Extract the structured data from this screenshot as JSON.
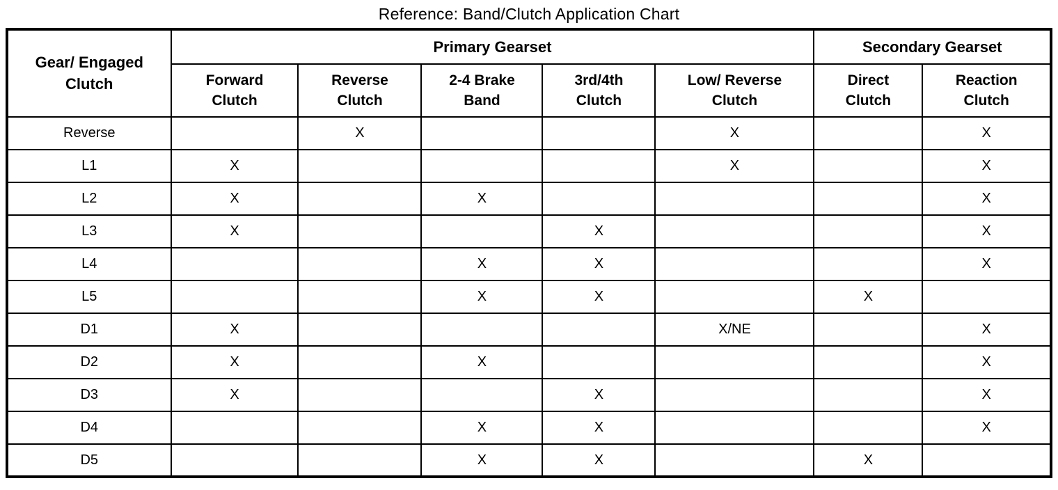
{
  "title": "Reference: Band/Clutch Application Chart",
  "table": {
    "corner_header": "Gear/ Engaged\nClutch",
    "group_headers": [
      {
        "label": "Primary Gearset",
        "colspan": 5
      },
      {
        "label": "Secondary Gearset",
        "colspan": 2
      }
    ],
    "columns": [
      "Forward\nClutch",
      "Reverse\nClutch",
      "2-4 Brake\nBand",
      "3rd/4th\nClutch",
      "Low/ Reverse\nClutch",
      "Direct\nClutch",
      "Reaction\nClutch"
    ],
    "rows": [
      {
        "gear": "Reverse",
        "cells": [
          "",
          "X",
          "",
          "",
          "X",
          "",
          "X"
        ]
      },
      {
        "gear": "L1",
        "cells": [
          "X",
          "",
          "",
          "",
          "X",
          "",
          "X"
        ]
      },
      {
        "gear": "L2",
        "cells": [
          "X",
          "",
          "X",
          "",
          "",
          "",
          "X"
        ]
      },
      {
        "gear": "L3",
        "cells": [
          "X",
          "",
          "",
          "X",
          "",
          "",
          "X"
        ]
      },
      {
        "gear": "L4",
        "cells": [
          "",
          "",
          "X",
          "X",
          "",
          "",
          "X"
        ]
      },
      {
        "gear": "L5",
        "cells": [
          "",
          "",
          "X",
          "X",
          "",
          "X",
          ""
        ]
      },
      {
        "gear": "D1",
        "cells": [
          "X",
          "",
          "",
          "",
          "X/NE",
          "",
          "X"
        ]
      },
      {
        "gear": "D2",
        "cells": [
          "X",
          "",
          "X",
          "",
          "",
          "",
          "X"
        ]
      },
      {
        "gear": "D3",
        "cells": [
          "X",
          "",
          "",
          "X",
          "",
          "",
          "X"
        ]
      },
      {
        "gear": "D4",
        "cells": [
          "",
          "",
          "X",
          "X",
          "",
          "",
          "X"
        ]
      },
      {
        "gear": "D5",
        "cells": [
          "",
          "",
          "X",
          "X",
          "",
          "X",
          ""
        ]
      }
    ]
  },
  "colors": {
    "background": "#ffffff",
    "border": "#000000",
    "text": "#000000"
  }
}
